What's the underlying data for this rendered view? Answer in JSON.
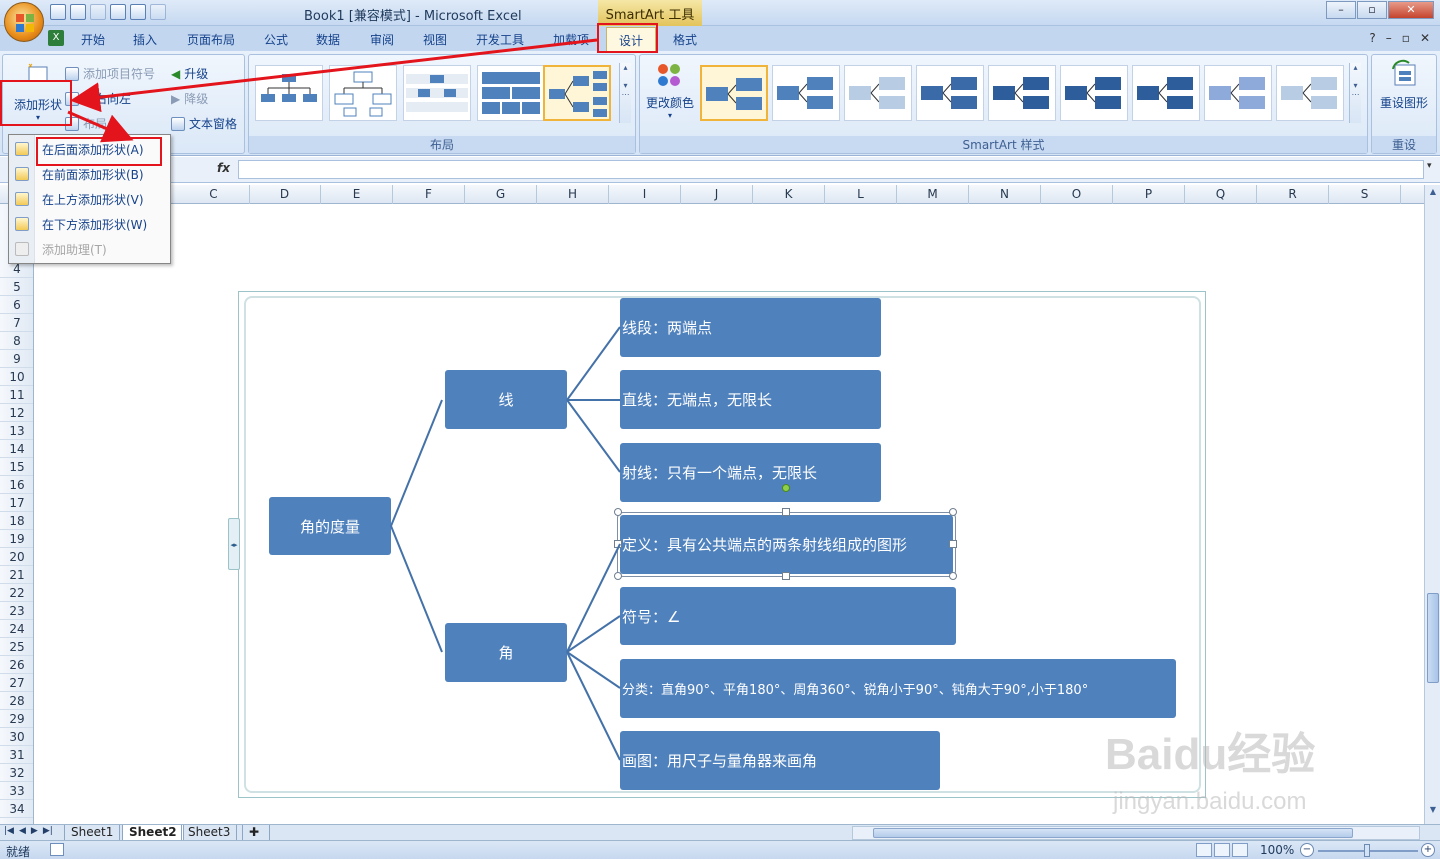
{
  "titlebar": {
    "title": "Book1  [兼容模式] - Microsoft Excel",
    "context_tab": "SmartArt 工具"
  },
  "tabs": [
    "开始",
    "插入",
    "页面布局",
    "公式",
    "数据",
    "审阅",
    "视图",
    "开发工具",
    "加载项",
    "设计",
    "格式"
  ],
  "ribbon": {
    "create": {
      "add_shape": "添加形状",
      "add_bullet": "添加项目符号",
      "right_to_left": "从右向左",
      "layout": "布局",
      "promote": "升级",
      "demote": "降级",
      "text_pane": "文本窗格"
    },
    "layouts_label": "布局",
    "change_colors": "更改颜色",
    "styles_label": "SmartArt 样式",
    "reset": "重设图形",
    "reset_label": "重设"
  },
  "menu": {
    "items": [
      {
        "label": "在后面添加形状(A)",
        "enabled": true
      },
      {
        "label": "在前面添加形状(B)",
        "enabled": true
      },
      {
        "label": "在上方添加形状(V)",
        "enabled": true
      },
      {
        "label": "在下方添加形状(W)",
        "enabled": true
      },
      {
        "label": "添加助理(T)",
        "enabled": false
      }
    ]
  },
  "formula": {
    "fx": "fx",
    "value": ""
  },
  "columns": [
    "C",
    "D",
    "E",
    "F",
    "G",
    "H",
    "I",
    "J",
    "K",
    "L",
    "M",
    "N",
    "O",
    "P",
    "Q",
    "R",
    "S"
  ],
  "rows": [
    "4",
    "5",
    "6",
    "7",
    "8",
    "9",
    "10",
    "11",
    "12",
    "13",
    "14",
    "15",
    "16",
    "17",
    "18",
    "19",
    "20",
    "21",
    "22",
    "23",
    "24",
    "25",
    "26",
    "27",
    "28",
    "29",
    "30",
    "31",
    "32",
    "33",
    "34"
  ],
  "smartart": {
    "root": "角的度量",
    "branches": [
      {
        "label": "线",
        "children": [
          "线段：两端点",
          "直线：无端点，无限长",
          "射线：只有一个端点，无限长"
        ]
      },
      {
        "label": "角",
        "children": [
          "定义：具有公共端点的两条射线组成的图形",
          "符号：∠",
          "分类：直角90°、平角180°、周角360°、锐角小于90°、钝角大于90°,小于180°",
          "画图：用尺子与量角器来画角"
        ]
      }
    ]
  },
  "sheets": [
    "Sheet1",
    "Sheet2",
    "Sheet3"
  ],
  "active_sheet": "Sheet2",
  "status": {
    "ready": "就绪",
    "zoom": "100%"
  },
  "watermark": {
    "text": "Baidu经验",
    "url": "jingyan.baidu.com"
  },
  "colors": {
    "accent_red": "#e3141b",
    "node_blue": "#4f81bd"
  }
}
